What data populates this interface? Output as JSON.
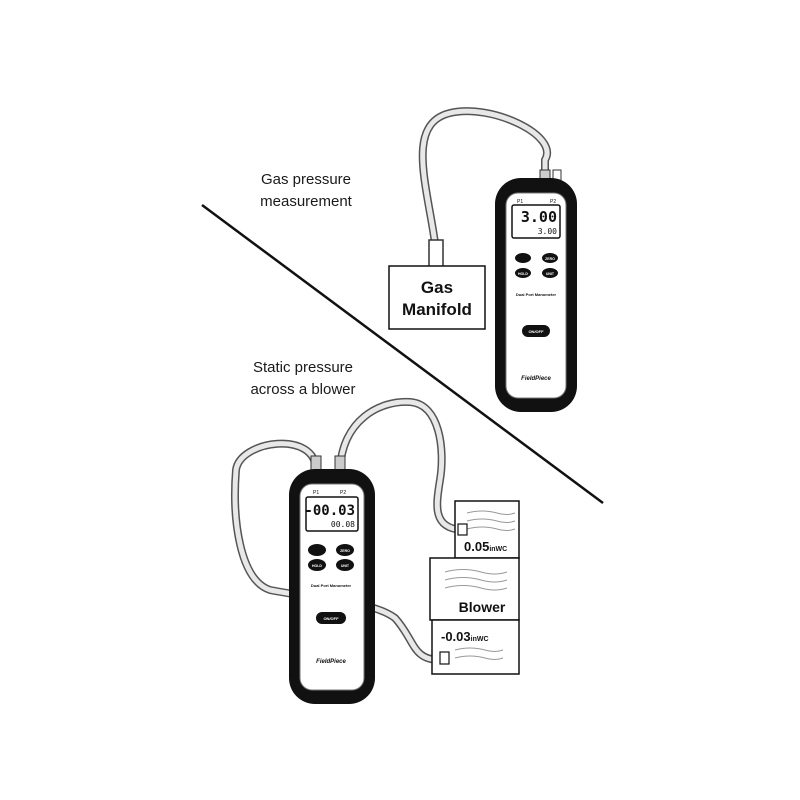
{
  "captions": {
    "gas_line1": "Gas pressure",
    "gas_line2": "measurement",
    "static_line1": "Static pressure",
    "static_line2": "across a blower"
  },
  "gas_manifold": {
    "line1": "Gas",
    "line2": "Manifold"
  },
  "blower": {
    "label": "Blower"
  },
  "gauges": {
    "top": {
      "reading": "0.05",
      "unit": "inWC"
    },
    "bottom": {
      "reading": "-0.03",
      "unit": "inWC"
    }
  },
  "manometer_top": {
    "port1": "P1",
    "port2": "P2",
    "display_main": "3.00",
    "display_sub": "3.00",
    "button_zero": "ZERO",
    "button_hold": "HOLD",
    "button_unit": "UNIT",
    "title": "Dual Port Manometer",
    "button_power": "ON/OFF",
    "brand": "FieldPiece"
  },
  "manometer_bottom": {
    "port1": "P1",
    "port2": "P2",
    "display_main": "-00.03",
    "display_sub": "00.08",
    "button_zero": "ZERO",
    "button_hold": "HOLD",
    "button_unit": "UNIT",
    "title": "Dual Port Manometer",
    "button_power": "ON/OFF",
    "brand": "FieldPiece"
  }
}
